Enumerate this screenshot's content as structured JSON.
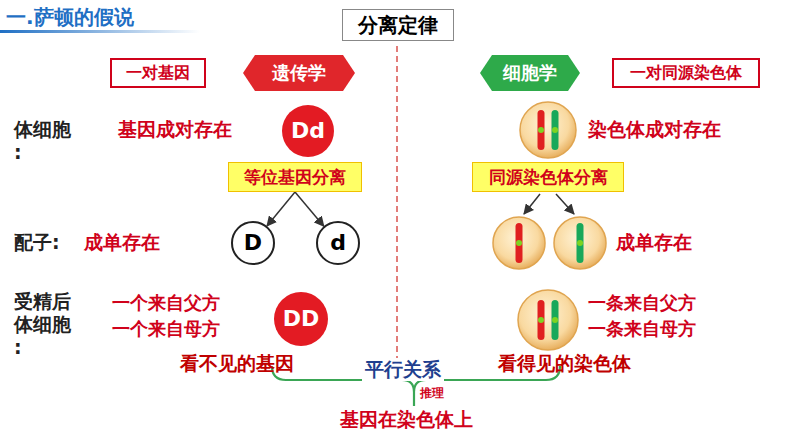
{
  "diagram": {
    "title": "一.萨顿的假说",
    "nodes": [
      {
        "text": [
          "分离定律"
        ]
      },
      {
        "text": [
          "一对基因"
        ]
      },
      {
        "text": [
          "遗传学"
        ]
      },
      {
        "text": [
          "细胞学"
        ]
      },
      {
        "text": [
          "一对同源染色体"
        ]
      },
      {
        "text": [
          "Dd"
        ]
      },
      {
        "text": [
          "等位基因分离"
        ]
      },
      {
        "text": [
          "同源染色体分离"
        ]
      },
      {
        "text": [
          "D"
        ]
      },
      {
        "text": [
          "d"
        ]
      },
      {
        "text": [
          "DD"
        ]
      }
    ],
    "edges": [
      {
        "from": 6,
        "to": 8,
        "arrow": "to"
      },
      {
        "from": 6,
        "to": 9,
        "arrow": "to"
      }
    ],
    "labels": [
      "体细胞 :",
      "基因成对存在",
      "染色体成对存在",
      "配子:",
      "成单存在",
      "成单存在",
      "受精后 体细胞 :",
      "一个来自父方",
      "一个来自母方",
      "一条来自父方",
      "一条来自母方",
      "看不见的基因",
      "看得见的染色体",
      "平行关系",
      "推理",
      "基因在染色体上"
    ]
  }
}
